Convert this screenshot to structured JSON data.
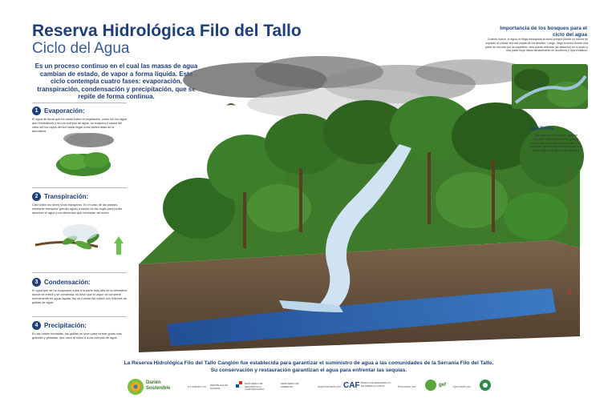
{
  "header": {
    "title": "Reserva Hidrológica Filo del Tallo",
    "subtitle": "Ciclo del Agua",
    "intro": "Es un proceso continuo en el cual las masas de agua cambian de estado, de vapor a forma líquida. Este ciclo contempla cuatro fases: evaporación, transpiración, condensación y precipitación, que se repite de forma continua."
  },
  "steps": [
    {
      "num": "1",
      "title": "Evaporación:",
      "text": "El agua de lluvia que ha caído sobre la vegetación, como sin los lagos que humedecen y en los cuerpos de agua, se evapora a causa del calor del los rayos del sol hasta llegar a las partes altas de la atmósfera."
    },
    {
      "num": "2",
      "title": "Transpiración:",
      "text": "Casi todos los seres vivos transpiran. En el caso de las plantas, mediante transpirar (perder agua) a través de las hojas para poder absorber el agua y los alimentos que necesitan del suelo."
    },
    {
      "num": "3",
      "title": "Condensación:",
      "text": "El agua que se ha evaporado sube a la parte más alta de la atmósfera donde se enfría y se condensa, es decir que el vapor se convierte nuevamente en agua líquida. Así se forman las nubes con millones de gotitas de agua."
    },
    {
      "num": "4",
      "title": "Precipitación:",
      "text": "En las nubes formadas, las gotitas se unen para formar gotas más grandes y pesadas, que caen al suelo o a los cuerpos de agua."
    }
  ],
  "forest_box": {
    "title": "Importancia de los bosques para el ciclo del agua",
    "text": "Cuando llueve, el agua no llega enseguida al suelo porque pierde su fuerza de impacto al chocar con las copas de los árboles. Luego, llega al suelo donde una parte se escurre por la superficie, otra queda retenida (se absorbe) en el suelo y otra parte fluye hasta almacenarse en acuíferos y ojos freáticos."
  },
  "aquifer_box": {
    "title": "Acuíferos",
    "text": "Son reservorios donde el agua se acumula bajo el suelo entre grietas profundas y formaciones rocosas. Los acuíferos proveen agua permanente. Los ojos de agua nos vienen de acuíferos."
  },
  "footer": {
    "text": "La Reserva Hidrológica Filo del Tallo Canglón fue establecida para garantizar el suministro de agua a las comunidades de la Serranía Filo del Tallo. Su conservación y restauración garantizan el agua para enfrentar las sequías."
  },
  "logos": {
    "darien_line1": "Darién",
    "darien_line2": "Sostenible",
    "alianza_label": "en alianza con",
    "panama": "REPÚBLICA DE PANAMÁ",
    "ministerio_desarrollo": "MINISTERIO DE DESARROLLO AGROPECUARIO",
    "ministerio_ambiente": "MINISTERIO DE AMBIENTE",
    "implementado_label": "implementado por",
    "caf": "CAF",
    "caf_sub": "BANCO DE DESARROLLO DE AMÉRICA LATINA",
    "financiado_label": "financiado por",
    "gef": "gef",
    "ejecutado_label": "ejecutado por"
  },
  "colors": {
    "title_blue": "#1d3f7a",
    "subtitle_blue": "#3a5b96",
    "forest_green": "#3c7a2a",
    "water_blue": "#2f6db5",
    "soil_brown": "#6b5540"
  }
}
